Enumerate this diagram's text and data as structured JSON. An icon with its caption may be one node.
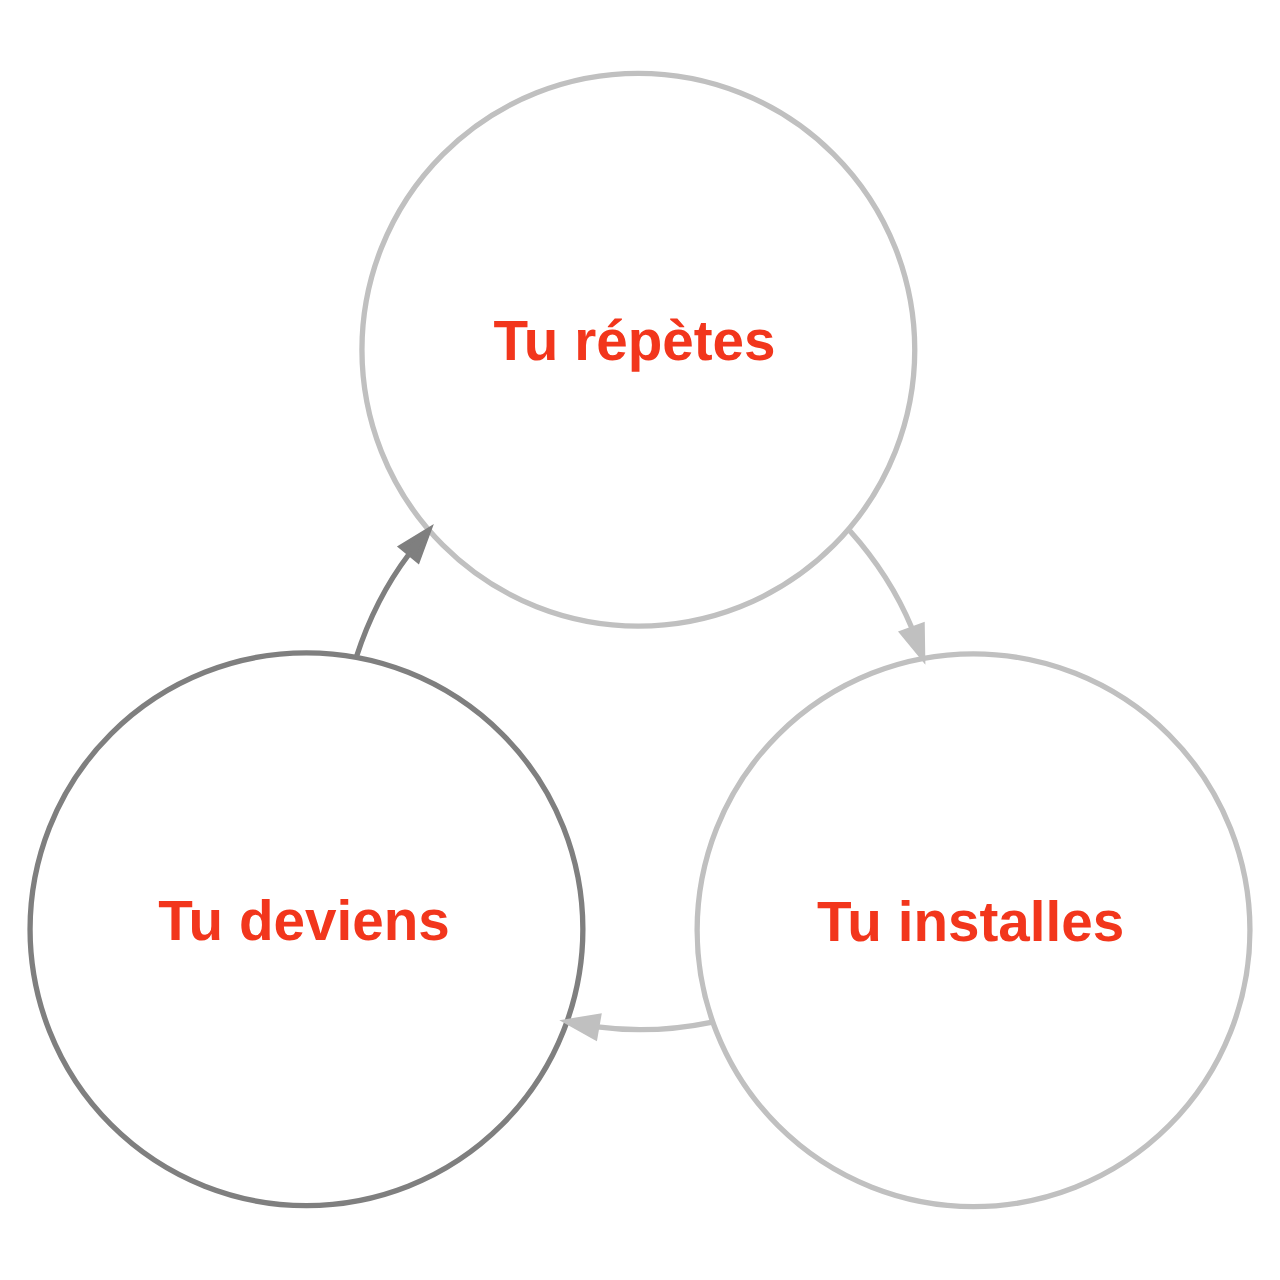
{
  "diagram": {
    "nodes": [
      {
        "text": [
          "Tu répètes"
        ]
      },
      {
        "text": [
          "Tu installes"
        ]
      },
      {
        "text": [
          "Tu deviens"
        ]
      }
    ],
    "edges": [
      {
        "from": 0,
        "to": 1,
        "arrow": "to"
      },
      {
        "from": 1,
        "to": 2,
        "arrow": "to"
      },
      {
        "from": 2,
        "to": 0,
        "arrow": "to",
        "color": "#7f7f7f"
      }
    ]
  }
}
